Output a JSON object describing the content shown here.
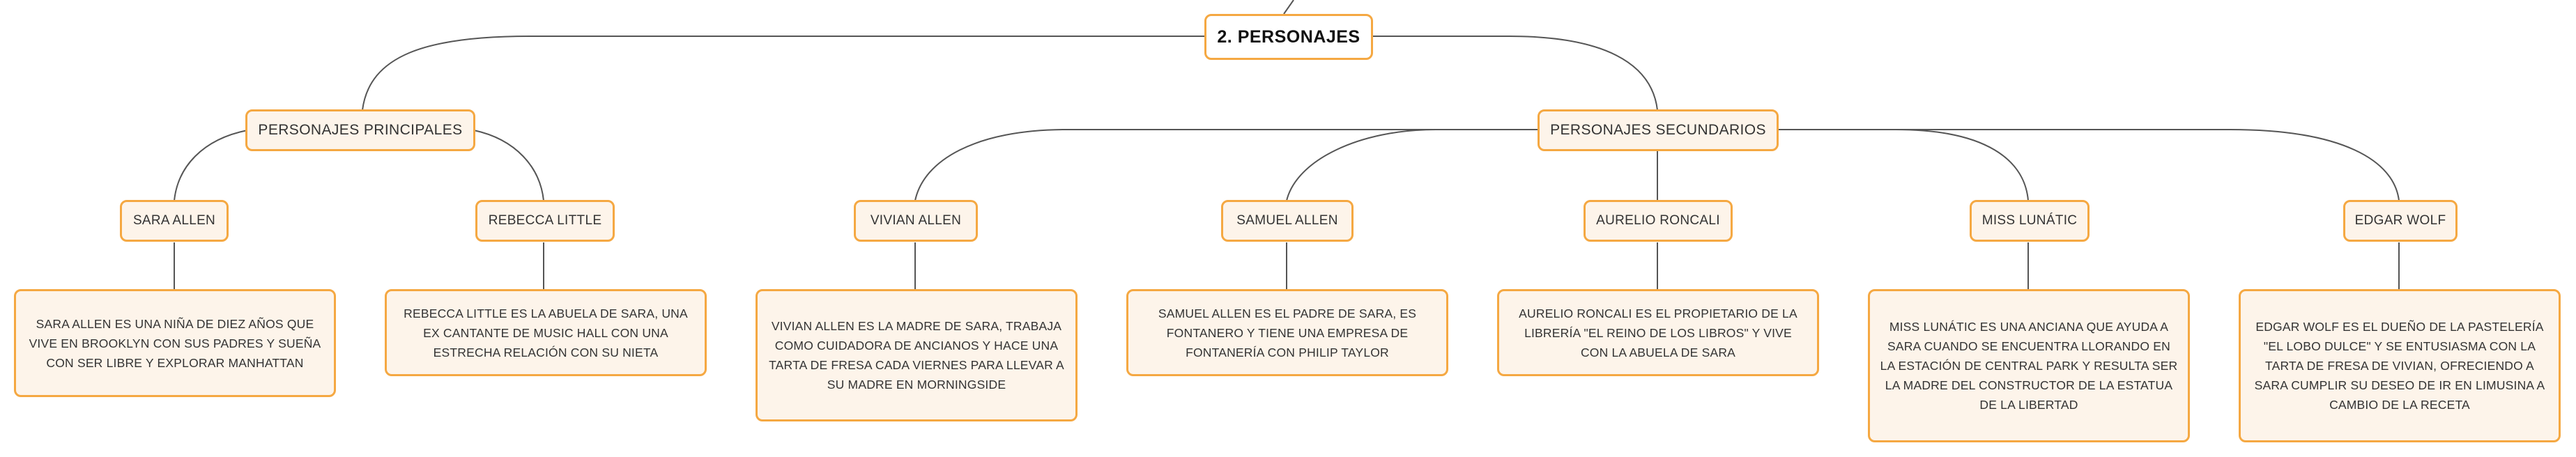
{
  "title": "2. PERSONAJES",
  "colors": {
    "border": "#f5a842",
    "fill": "#fdf4ea",
    "line": "#555555"
  },
  "categories": [
    {
      "label": "PERSONAJES PRINCIPALES",
      "characters": [
        {
          "name": "SARA ALLEN",
          "description": "SARA ALLEN ES UNA NIÑA DE DIEZ AÑOS QUE VIVE EN BROOKLYN CON SUS PADRES Y SUEÑA CON SER LIBRE Y EXPLORAR MANHATTAN"
        },
        {
          "name": "REBECCA LITTLE",
          "description": "REBECCA LITTLE ES LA ABUELA DE SARA, UNA EX CANTANTE DE MUSIC HALL CON UNA ESTRECHA RELACIÓN CON SU NIETA"
        }
      ]
    },
    {
      "label": "PERSONAJES SECUNDARIOS",
      "characters": [
        {
          "name": "VIVIAN ALLEN",
          "description": "VIVIAN ALLEN ES LA MADRE DE SARA, TRABAJA COMO CUIDADORA DE ANCIANOS Y HACE UNA TARTA DE FRESA CADA VIERNES PARA LLEVAR A SU MADRE EN MORNINGSIDE"
        },
        {
          "name": "SAMUEL ALLEN",
          "description": "SAMUEL ALLEN ES EL PADRE DE SARA, ES FONTANERO Y TIENE UNA EMPRESA DE FONTANERÍA CON PHILIP TAYLOR"
        },
        {
          "name": "AURELIO RONCALI",
          "description": "AURELIO RONCALI ES EL PROPIETARIO DE LA LIBRERÍA \"EL REINO DE LOS LIBROS\" Y VIVE CON LA ABUELA DE SARA"
        },
        {
          "name": "MISS LUNÁTIC",
          "description": "MISS LUNÁTIC ES UNA ANCIANA QUE AYUDA A SARA CUANDO SE ENCUENTRA LLORANDO EN LA ESTACIÓN DE CENTRAL PARK Y RESULTA SER LA MADRE DEL CONSTRUCTOR DE LA ESTATUA DE LA LIBERTAD"
        },
        {
          "name": "EDGAR WOLF",
          "description": "EDGAR WOLF ES EL DUEÑO DE LA PASTELERÍA \"EL LOBO DULCE\" Y SE ENTUSIASMA CON LA TARTA DE FRESA DE VIVIAN, OFRECIENDO A SARA CUMPLIR SU DESEO DE IR EN LIMUSINA A CAMBIO DE LA RECETA"
        }
      ]
    }
  ]
}
